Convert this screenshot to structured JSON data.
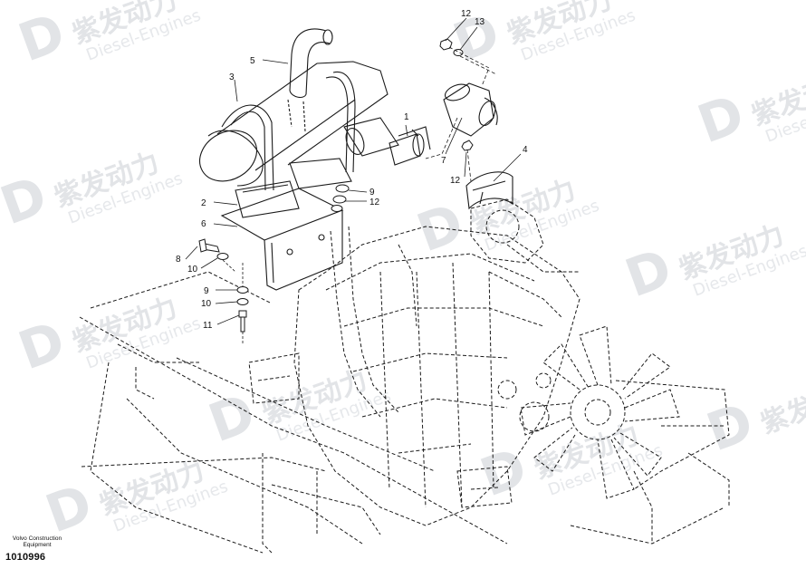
{
  "watermark": {
    "logo_letter": "D",
    "brand_cn": "紫发动力",
    "brand_en": "Diesel-Engines"
  },
  "callouts": [
    "1",
    "2",
    "3",
    "4",
    "5",
    "6",
    "7",
    "8",
    "9",
    "10",
    "11",
    "12",
    "13"
  ],
  "footer": {
    "company_line1": "Volvo Construction",
    "company_line2": "Equipment",
    "drawing_number": "1010996"
  },
  "colors": {
    "line": "#1a1a1a",
    "watermark": "#e2e4e7"
  }
}
